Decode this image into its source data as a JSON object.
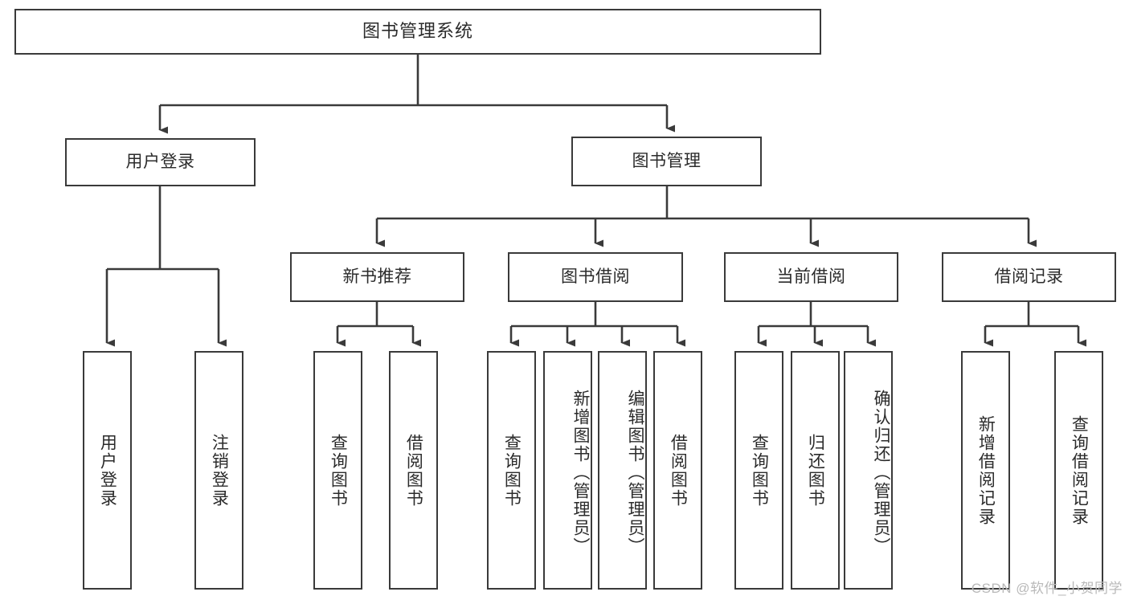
{
  "diagram": {
    "title": "图书管理系统",
    "type": "tree-hierarchy",
    "watermark": "CSDN @软件_小贺同学",
    "colors": {
      "box_border": "#3a3a3a",
      "box_fill": "#ffffff",
      "text": "#2b2b2b",
      "edge": "#3a3a3a",
      "watermark": "#b9b9b9",
      "background": "#ffffff"
    },
    "nodes": {
      "root": {
        "label": "图书管理系统"
      },
      "level2": [
        {
          "id": "user-login",
          "label": "用户登录"
        },
        {
          "id": "book-manage",
          "label": "图书管理"
        }
      ],
      "level3": [
        {
          "id": "new-book-rec",
          "label": "新书推荐"
        },
        {
          "id": "book-borrow",
          "label": "图书借阅"
        },
        {
          "id": "current-borrow",
          "label": "当前借阅"
        },
        {
          "id": "borrow-record",
          "label": "借阅记录"
        }
      ],
      "leaves": {
        "user-login": [
          {
            "id": "leaf-user-login",
            "label": "用户登录"
          },
          {
            "id": "leaf-user-logout",
            "label": "注销登录"
          }
        ],
        "new-book-rec": [
          {
            "id": "leaf-query-book-1",
            "label": "查询图书"
          },
          {
            "id": "leaf-borrow-book-1",
            "label": "借阅图书"
          }
        ],
        "book-borrow": [
          {
            "id": "leaf-query-book-2",
            "label": "查询图书"
          },
          {
            "id": "leaf-add-book",
            "label": "新增图书（管理员）"
          },
          {
            "id": "leaf-edit-book",
            "label": "编辑图书（管理员）"
          },
          {
            "id": "leaf-borrow-book-2",
            "label": "借阅图书"
          }
        ],
        "current-borrow": [
          {
            "id": "leaf-query-book-3",
            "label": "查询图书"
          },
          {
            "id": "leaf-return-book",
            "label": "归还图书"
          },
          {
            "id": "leaf-confirm-return",
            "label": "确认归还（管理员）"
          }
        ],
        "borrow-record": [
          {
            "id": "leaf-add-record",
            "label": "新增借阅记录"
          },
          {
            "id": "leaf-query-record",
            "label": "查询借阅记录"
          }
        ]
      }
    }
  }
}
